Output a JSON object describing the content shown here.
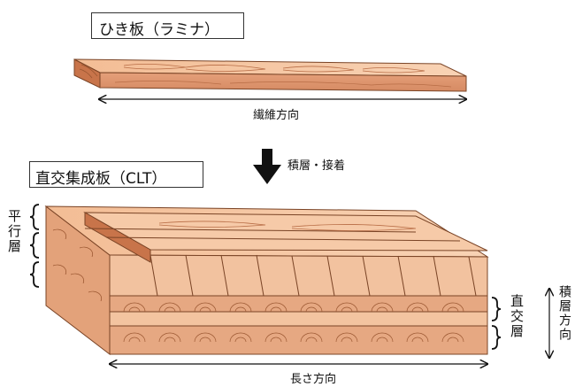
{
  "labels": {
    "lamina": "ひき板（ラミナ）",
    "fiber_direction": "繊維方向",
    "stack_glue": "積層・接着",
    "clt": "直交集成板（CLT）",
    "parallel_layer": "平行層",
    "cross_layer": "直交層",
    "stack_direction": "積層方向",
    "length_direction": "長さ方向"
  },
  "colors": {
    "wood_light": "#f6c6a2",
    "wood_mid": "#e9a57a",
    "wood_dark": "#c8744a",
    "grain": "#a8623c",
    "outline": "#7a4426"
  }
}
